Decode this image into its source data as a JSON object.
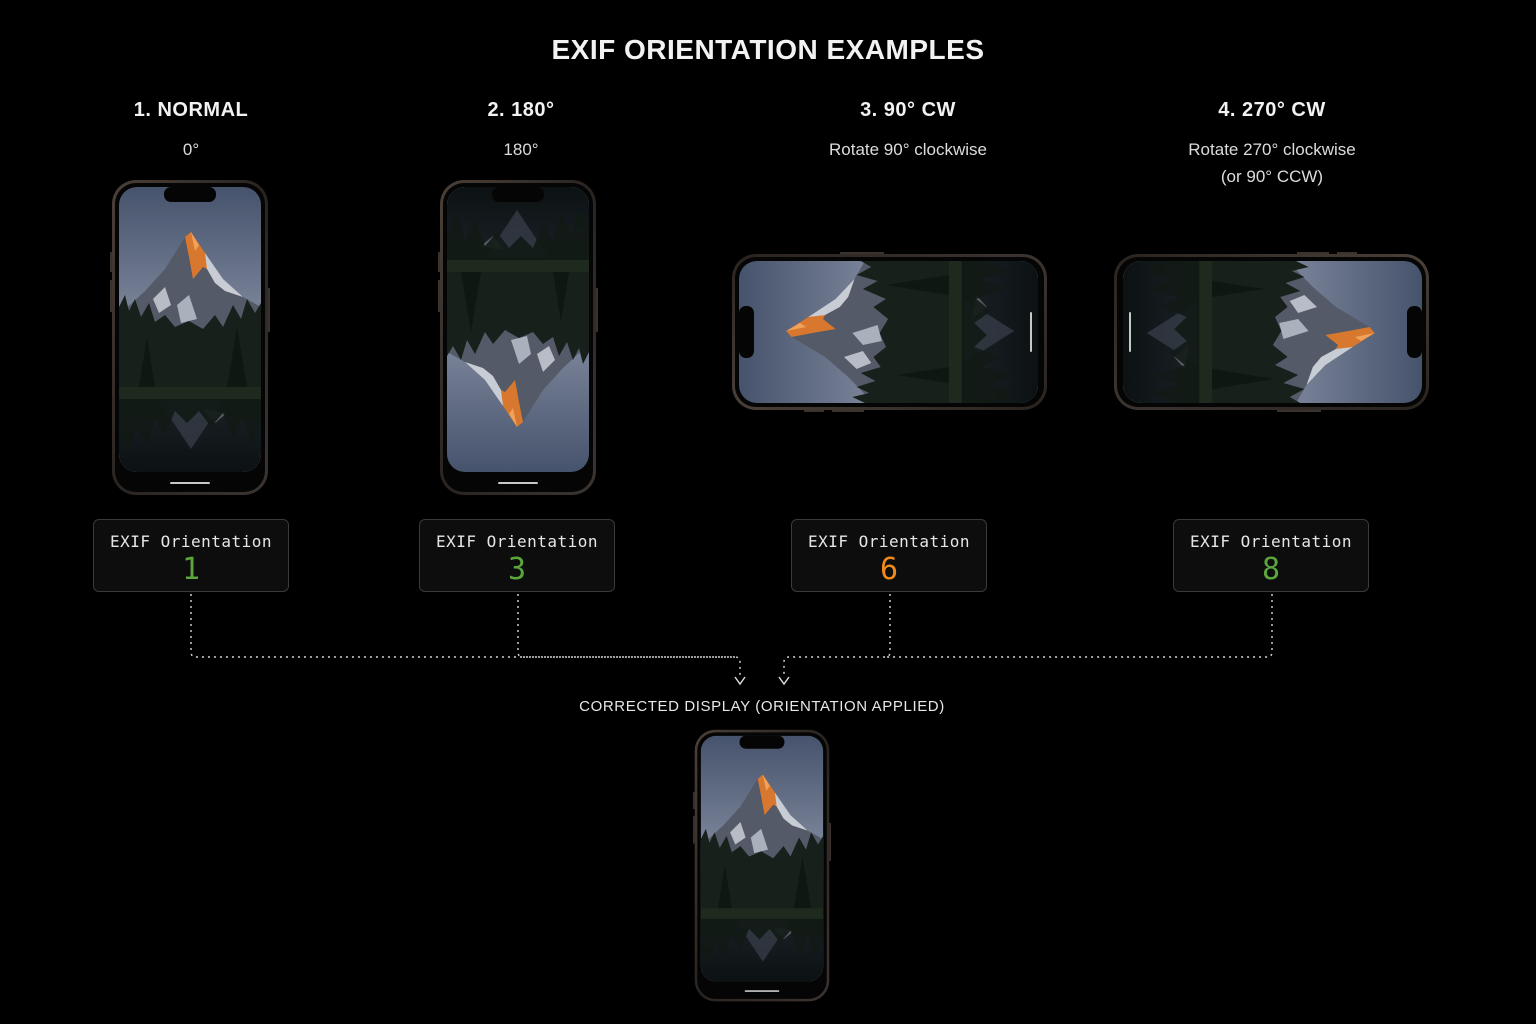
{
  "title": "EXIF ORIENTATION EXAMPLES",
  "columns": [
    {
      "heading": "1. NORMAL",
      "subtitle": "0°",
      "subtitle2": "",
      "badge_label": "EXIF Orientation",
      "badge_value": "1",
      "value_color": "#5aa63c"
    },
    {
      "heading": "2. 180°",
      "subtitle": "180°",
      "subtitle2": "",
      "badge_label": "EXIF Orientation",
      "badge_value": "3",
      "value_color": "#5aa63c"
    },
    {
      "heading": "3. 90° CW",
      "subtitle": "Rotate 90° clockwise",
      "subtitle2": "",
      "badge_label": "EXIF Orientation",
      "badge_value": "6",
      "value_color": "#f08a1c"
    },
    {
      "heading": "4. 270° CW",
      "subtitle": "Rotate 270° clockwise",
      "subtitle2": "(or 90° CCW)",
      "badge_label": "EXIF Orientation",
      "badge_value": "8",
      "value_color": "#5aa63c"
    }
  ],
  "result_label": "CORRECTED DISPLAY (ORIENTATION APPLIED)",
  "icons": [
    "mountain-photo-icon",
    "arrow-down-icon"
  ],
  "colors": {
    "background": "#000000",
    "accent_green": "#5aa63c",
    "accent_orange": "#f08a1c"
  }
}
